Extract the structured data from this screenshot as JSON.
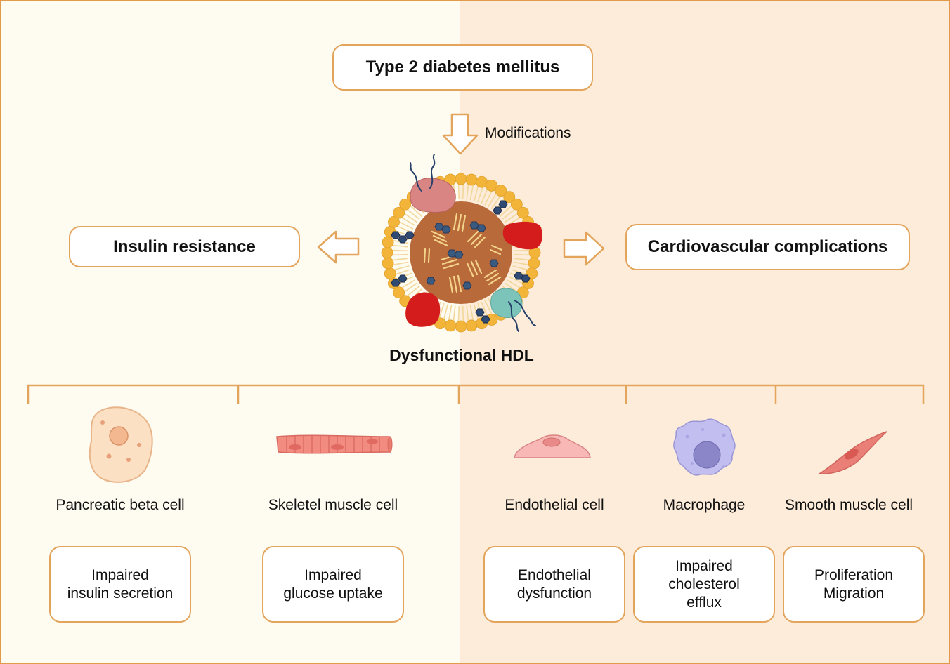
{
  "top_box": {
    "text": "Type 2 diabetes mellitus"
  },
  "modifications_label": "Modifications",
  "left_box": {
    "text": "Insulin resistance"
  },
  "right_box": {
    "text": "Cardiovascular complications"
  },
  "hdl_label": "Dysfunctional HDL",
  "cells": [
    {
      "icon": "pancreatic-beta-cell-icon",
      "label": "Pancreatic beta cell",
      "outcome": [
        "Impaired",
        "insulin secretion"
      ]
    },
    {
      "icon": "skeletal-muscle-cell-icon",
      "label": "Skeletel muscle cell",
      "outcome": [
        "Impaired",
        "glucose uptake"
      ]
    },
    {
      "icon": "endothelial-cell-icon",
      "label": "Endothelial cell",
      "outcome": [
        "Endothelial",
        "dysfunction"
      ]
    },
    {
      "icon": "macrophage-icon",
      "label": "Macrophage",
      "outcome": [
        "Impaired",
        "cholesterol",
        "efflux"
      ]
    },
    {
      "icon": "smooth-muscle-cell-icon",
      "label": "Smooth muscle cell",
      "outcome": [
        "Proliferation",
        "Migration"
      ]
    }
  ],
  "colors": {
    "border_orange": "#e3a45c",
    "left_background": "#fefbf0",
    "right_background": "#fcecd9",
    "hdl_core": "#b86a3a",
    "phospholipid_head": "#f2b53a",
    "apolipoprotein_red": "#d41c1c",
    "apolipoprotein_pink": "#d98583",
    "apolipoprotein_teal": "#7cc4b9"
  }
}
